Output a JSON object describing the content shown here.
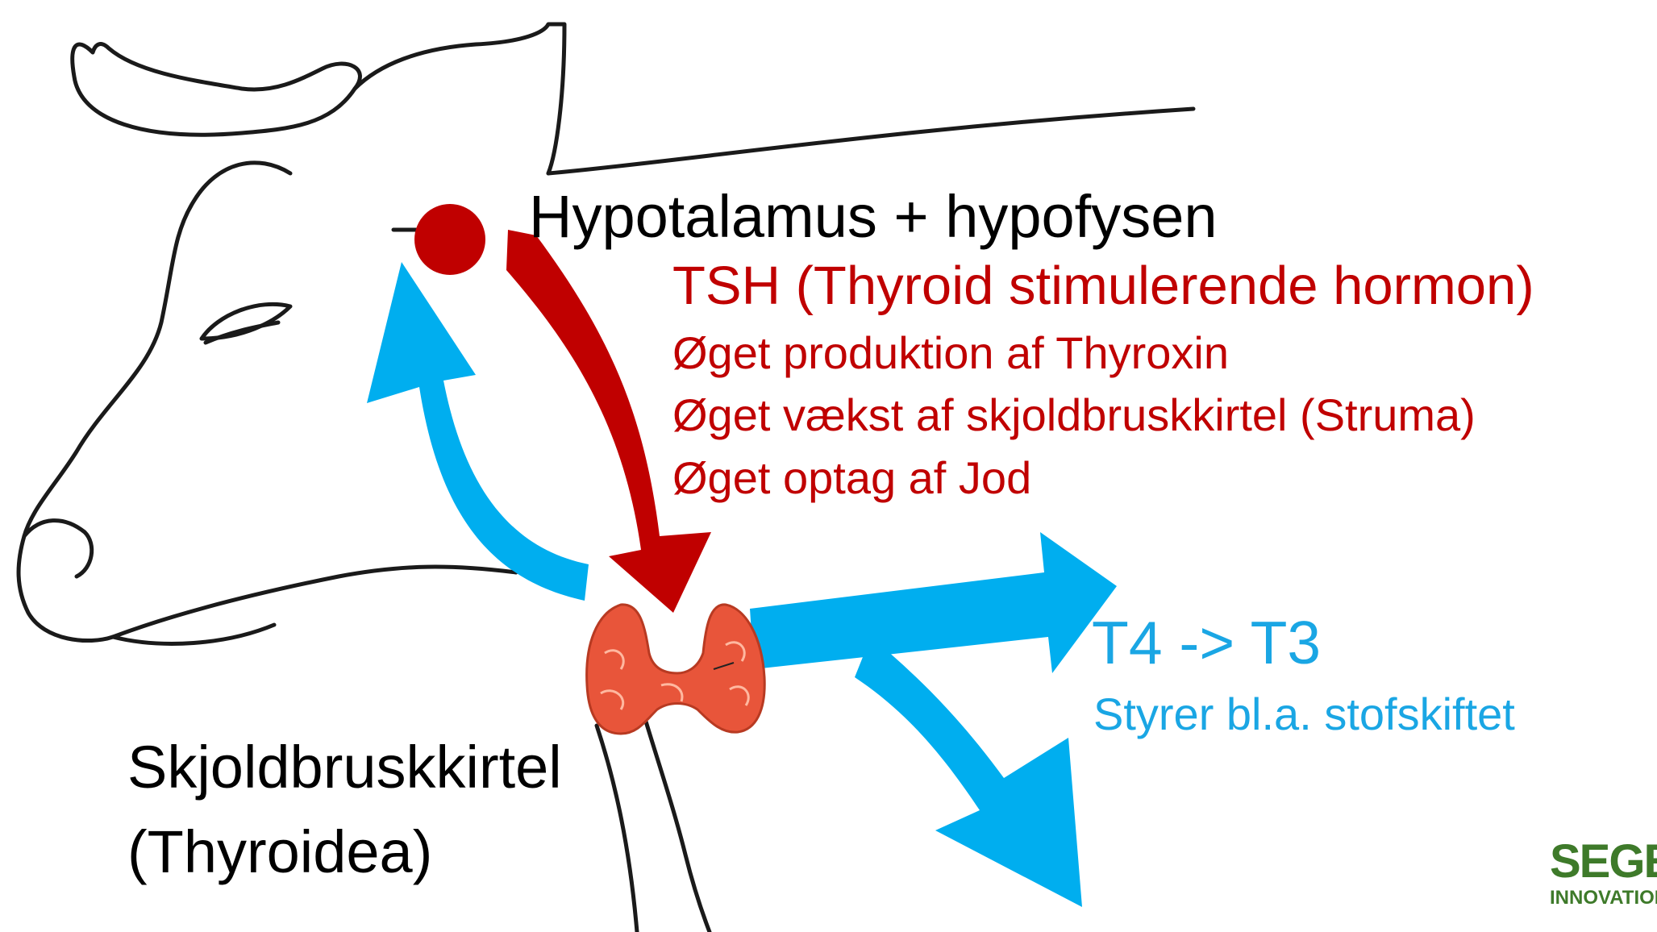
{
  "labels": {
    "hypothalamus": "Hypotalamus + hypofysen",
    "tsh_title": "TSH (Thyroid stimulerende hormon)",
    "tsh_effects": [
      "Øget produktion af Thyroxin",
      "Øget vækst af skjoldbruskkirtel (Struma)",
      "Øget optag af Jod"
    ],
    "t4_t3": "T4 -> T3",
    "t4_t3_effect": "Styrer bl.a. stofskiftet",
    "thyroid_line1": "Skjoldbruskkirtel",
    "thyroid_line2": "(Thyroidea)"
  },
  "logo": {
    "main": "SEGES",
    "sub": "INNOVATION"
  },
  "colors": {
    "tsh_red": "#c00000",
    "t4_blue": "#1aa6e4",
    "arrow_blue": "#00aeef",
    "outline": "#1a1a1a",
    "thyroid": "#e8553a",
    "logo_green": "#3e7a2a"
  },
  "icons": {
    "cow": "cow-head-outline",
    "gland": "thyroid-gland-icon",
    "node": "hypothalamus-dot"
  }
}
